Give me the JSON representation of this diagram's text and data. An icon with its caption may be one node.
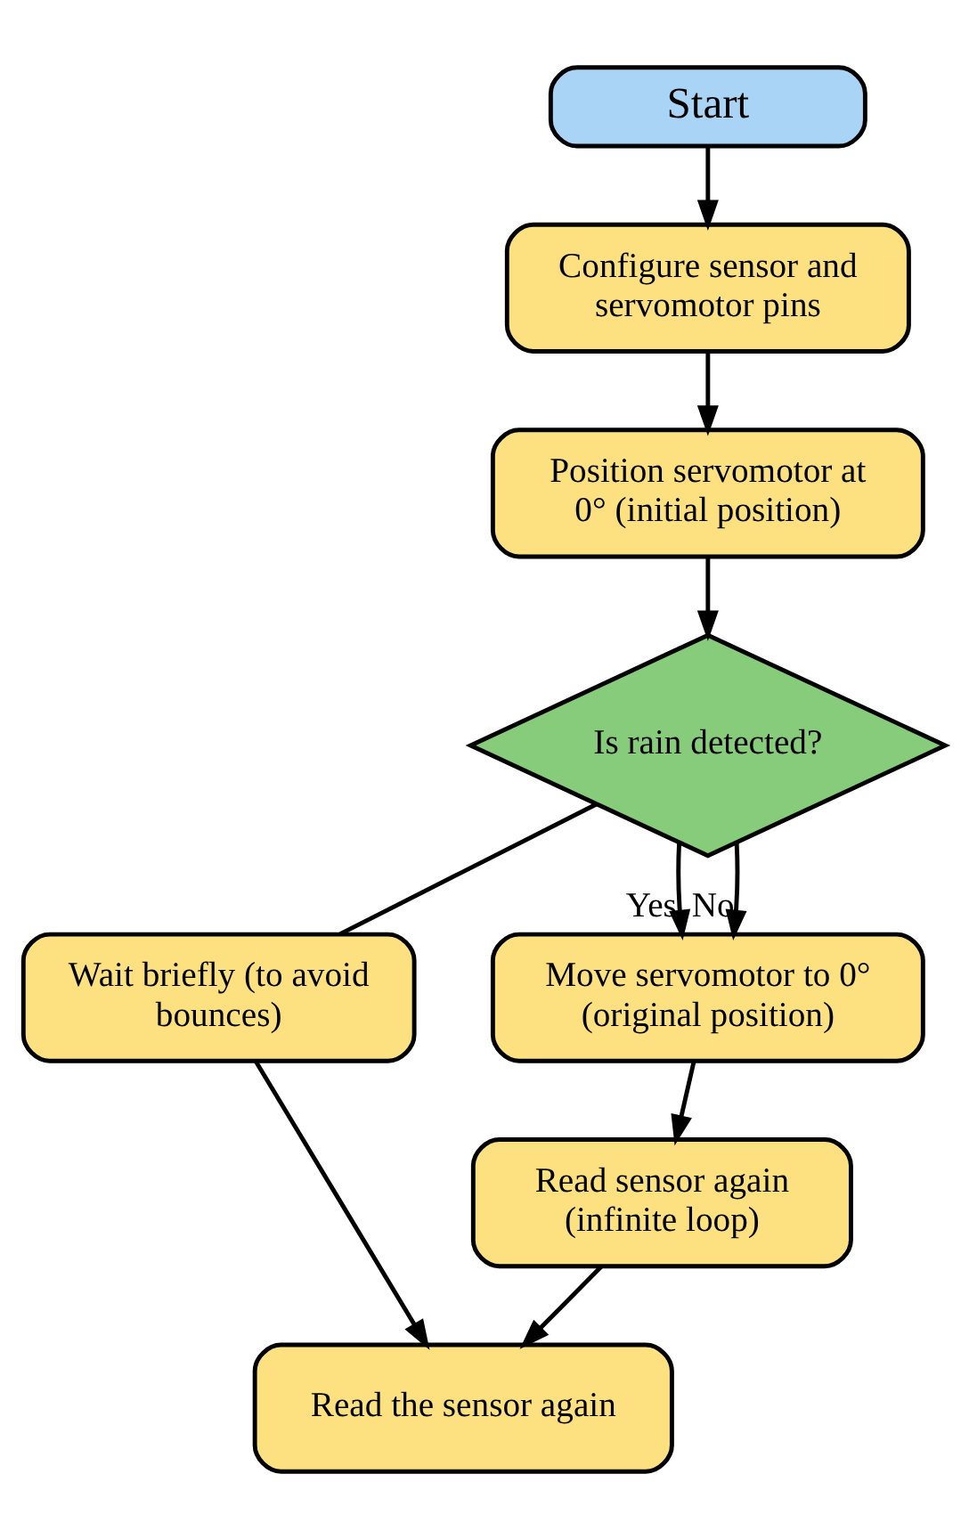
{
  "diagram": {
    "nodes": [
      {
        "text": [
          "Start"
        ]
      },
      {
        "text": [
          "Configure sensor and servomotor pins"
        ]
      },
      {
        "text": [
          "Position servomotor at 0° (initial position)"
        ]
      },
      {
        "text": [
          "Is rain detected?"
        ]
      },
      {
        "text": [
          "Wait briefly (to avoid bounces)"
        ]
      },
      {
        "text": [
          "Move servomotor to 0° (original position)"
        ]
      },
      {
        "text": [
          "Read sensor again (infinite loop)"
        ]
      },
      {
        "text": [
          "Read the sensor again"
        ]
      }
    ],
    "edges": [
      {
        "from": 0,
        "to": 1,
        "arrow": "to"
      },
      {
        "from": 1,
        "to": 2,
        "arrow": "to"
      },
      {
        "from": 2,
        "to": 3,
        "arrow": "to"
      },
      {
        "from": 3,
        "to": 4,
        "arrow": "none"
      },
      {
        "from": 3,
        "to": 5,
        "arrow": "to",
        "label": "Yes"
      },
      {
        "from": 3,
        "to": 5,
        "arrow": "to",
        "label": "No"
      },
      {
        "from": 5,
        "to": 6,
        "arrow": "to"
      },
      {
        "from": 4,
        "to": 7,
        "arrow": "to"
      },
      {
        "from": 6,
        "to": 7,
        "arrow": "to"
      }
    ]
  }
}
